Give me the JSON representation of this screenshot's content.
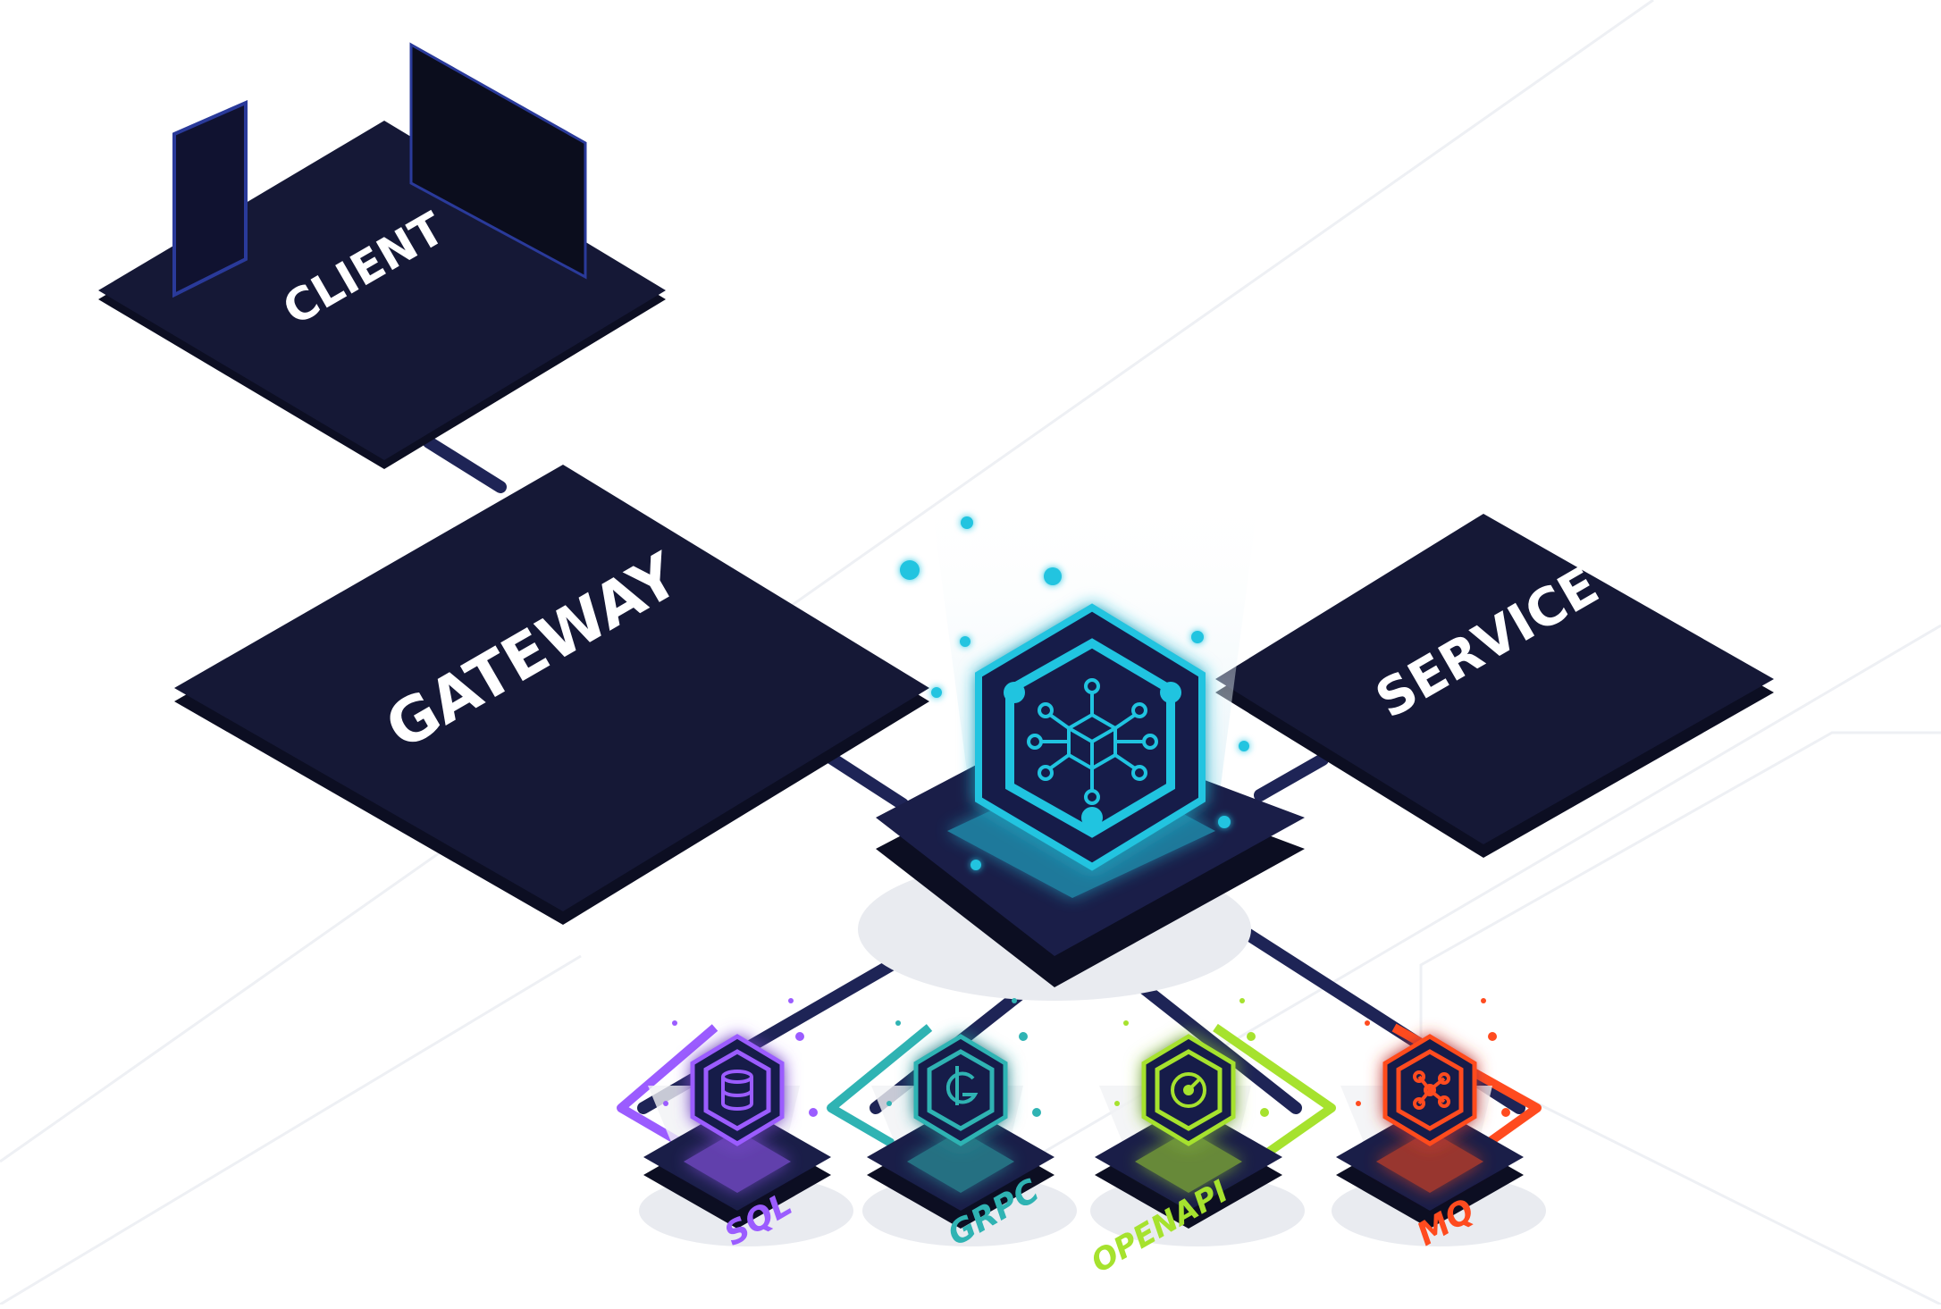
{
  "nodes": {
    "client": {
      "label": "CLIENT"
    },
    "gateway": {
      "label": "GATEWAY"
    },
    "service": {
      "label": "SERVICE"
    },
    "hub": {
      "label": ""
    }
  },
  "modules": [
    {
      "label": "SQL",
      "color": "#9b5cff",
      "icon": "database-icon"
    },
    {
      "label": "GRPC",
      "color": "#2fb3b3",
      "icon": "grpc-g-icon"
    },
    {
      "label": "OPENAPI",
      "color": "#a6e22e",
      "icon": "gauge-icon"
    },
    {
      "label": "MQ",
      "color": "#ff4b1f",
      "icon": "network-nodes-icon"
    }
  ],
  "colors": {
    "platform": "#151836",
    "platform_side": "#0c0e22",
    "connector": "#1e2456",
    "hub_glow": "#20c4e0"
  }
}
